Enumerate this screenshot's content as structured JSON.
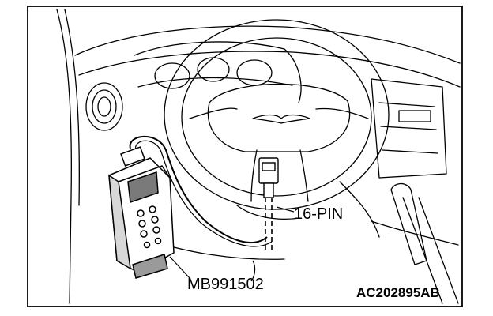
{
  "labels": {
    "connector": "16-PIN",
    "tool": "MB991502",
    "figure_id": "AC202895AB"
  }
}
